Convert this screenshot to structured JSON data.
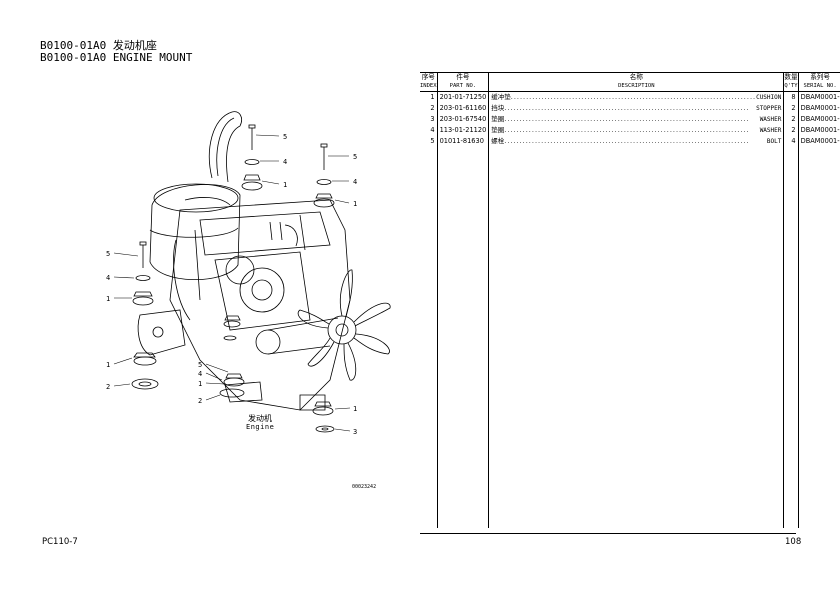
{
  "header": {
    "title_zh": "B0100-01A0 发动机座",
    "title_en": "B0100-01A0 ENGINE MOUNT"
  },
  "table": {
    "columns": [
      {
        "zh": "序号",
        "en": "INDEX"
      },
      {
        "zh": "件号",
        "en": "PART NO."
      },
      {
        "zh": "名称",
        "en": "DESCRIPTION"
      },
      {
        "zh": "数量",
        "en": "Q'TY"
      },
      {
        "zh": "系列号",
        "en": "SERIAL NO."
      }
    ],
    "rows": [
      {
        "index": "1",
        "part_no": "201-01-71250",
        "desc_zh": "缓冲垫",
        "desc_en": "CUSHION",
        "qty": "8",
        "serial": "DBAM0001-"
      },
      {
        "index": "2",
        "part_no": "203-01-61160",
        "desc_zh": "挡块",
        "desc_en": "STOPPER",
        "qty": "2",
        "serial": "DBAM0001-"
      },
      {
        "index": "3",
        "part_no": "203-01-67540",
        "desc_zh": "垫圈",
        "desc_en": "WASHER",
        "qty": "2",
        "serial": "DBAM0001-"
      },
      {
        "index": "4",
        "part_no": "113-01-21120",
        "desc_zh": "垫圈",
        "desc_en": "WASHER",
        "qty": "2",
        "serial": "DBAM0001-"
      },
      {
        "index": "5",
        "part_no": "01011-81630",
        "desc_zh": "螺栓",
        "desc_en": "BOLT",
        "qty": "4",
        "serial": "DBAM0001-"
      }
    ]
  },
  "figure": {
    "engine_label_zh": "发动机",
    "engine_label_en": "Engine",
    "drawing_code": "00023242",
    "callouts": [
      "5",
      "4",
      "1",
      "5",
      "4",
      "1",
      "5",
      "4",
      "1",
      "1",
      "2",
      "5",
      "4",
      "1",
      "2",
      "1",
      "3"
    ]
  },
  "footer": {
    "model": "PC110-7",
    "page_number": "108"
  }
}
